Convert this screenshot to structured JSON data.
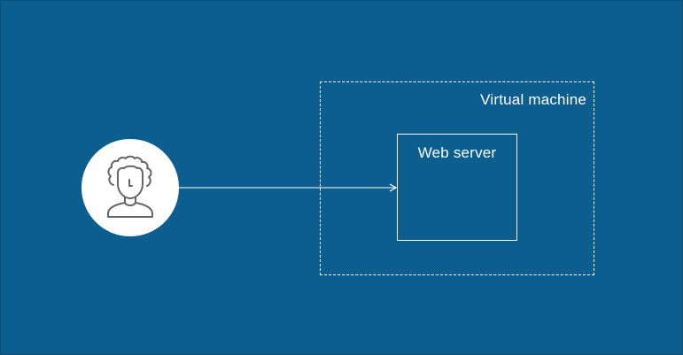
{
  "diagram": {
    "user_node": {
      "icon": "user-avatar-icon"
    },
    "connector": {
      "from": "user",
      "to": "web_server",
      "style": "arrow"
    },
    "virtual_machine": {
      "label": "Virtual machine"
    },
    "web_server": {
      "label": "Web server"
    }
  },
  "colors": {
    "background": "#0b5e8e",
    "foreground": "#ffffff",
    "icon_stroke": "#666666"
  }
}
